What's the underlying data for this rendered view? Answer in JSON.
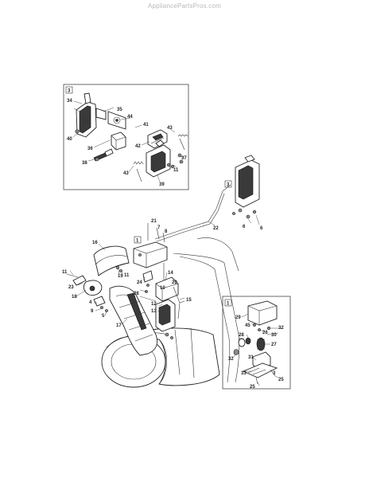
{
  "watermark": "AppliancePartsPros.com",
  "callout_boxes": {
    "box_top_left": "3",
    "box_right_small": "3",
    "box_center": "1",
    "box_bottom_right": "1"
  },
  "labels": {
    "l34": "34",
    "l35": "35",
    "l44": "44",
    "l40": "40",
    "l41": "41",
    "l42": "42",
    "l43a": "43",
    "l43b": "43",
    "l36": "36",
    "l38": "38",
    "l11a": "11",
    "l37": "37",
    "l39": "39",
    "l21": "21",
    "l7": "7",
    "l8": "8",
    "l22": "22",
    "l6a": "6",
    "l6b": "6",
    "l16": "16",
    "l11b": "11",
    "l23": "23",
    "l19": "19",
    "l11c": "11",
    "l24": "24",
    "l14": "14",
    "l18": "18",
    "l20": "20",
    "l10": "10",
    "l28a": "28",
    "l12": "12",
    "l13": "13",
    "l15": "15",
    "l4": "4",
    "l9": "9",
    "l5": "5",
    "l17": "17",
    "l29": "29",
    "l45": "45",
    "l26": "26",
    "l32a": "32",
    "l28b": "28",
    "l30": "30",
    "l27": "27",
    "l32b": "32",
    "l31": "31",
    "l33": "33",
    "l25a": "25",
    "l25b": "25",
    "l3": "3"
  }
}
